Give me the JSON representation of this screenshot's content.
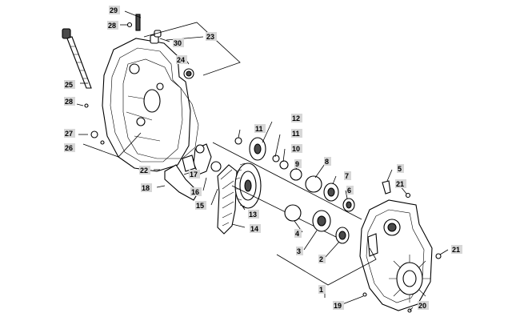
{
  "diagram": {
    "callouts": [
      "1",
      "2",
      "3",
      "4",
      "5",
      "6",
      "7",
      "8",
      "9",
      "10",
      "11",
      "11",
      "12",
      "13",
      "14",
      "15",
      "16",
      "17",
      "18",
      "19",
      "20",
      "21",
      "21",
      "22",
      "23",
      "24",
      "25",
      "26",
      "27",
      "28",
      "28",
      "29",
      "30"
    ]
  }
}
